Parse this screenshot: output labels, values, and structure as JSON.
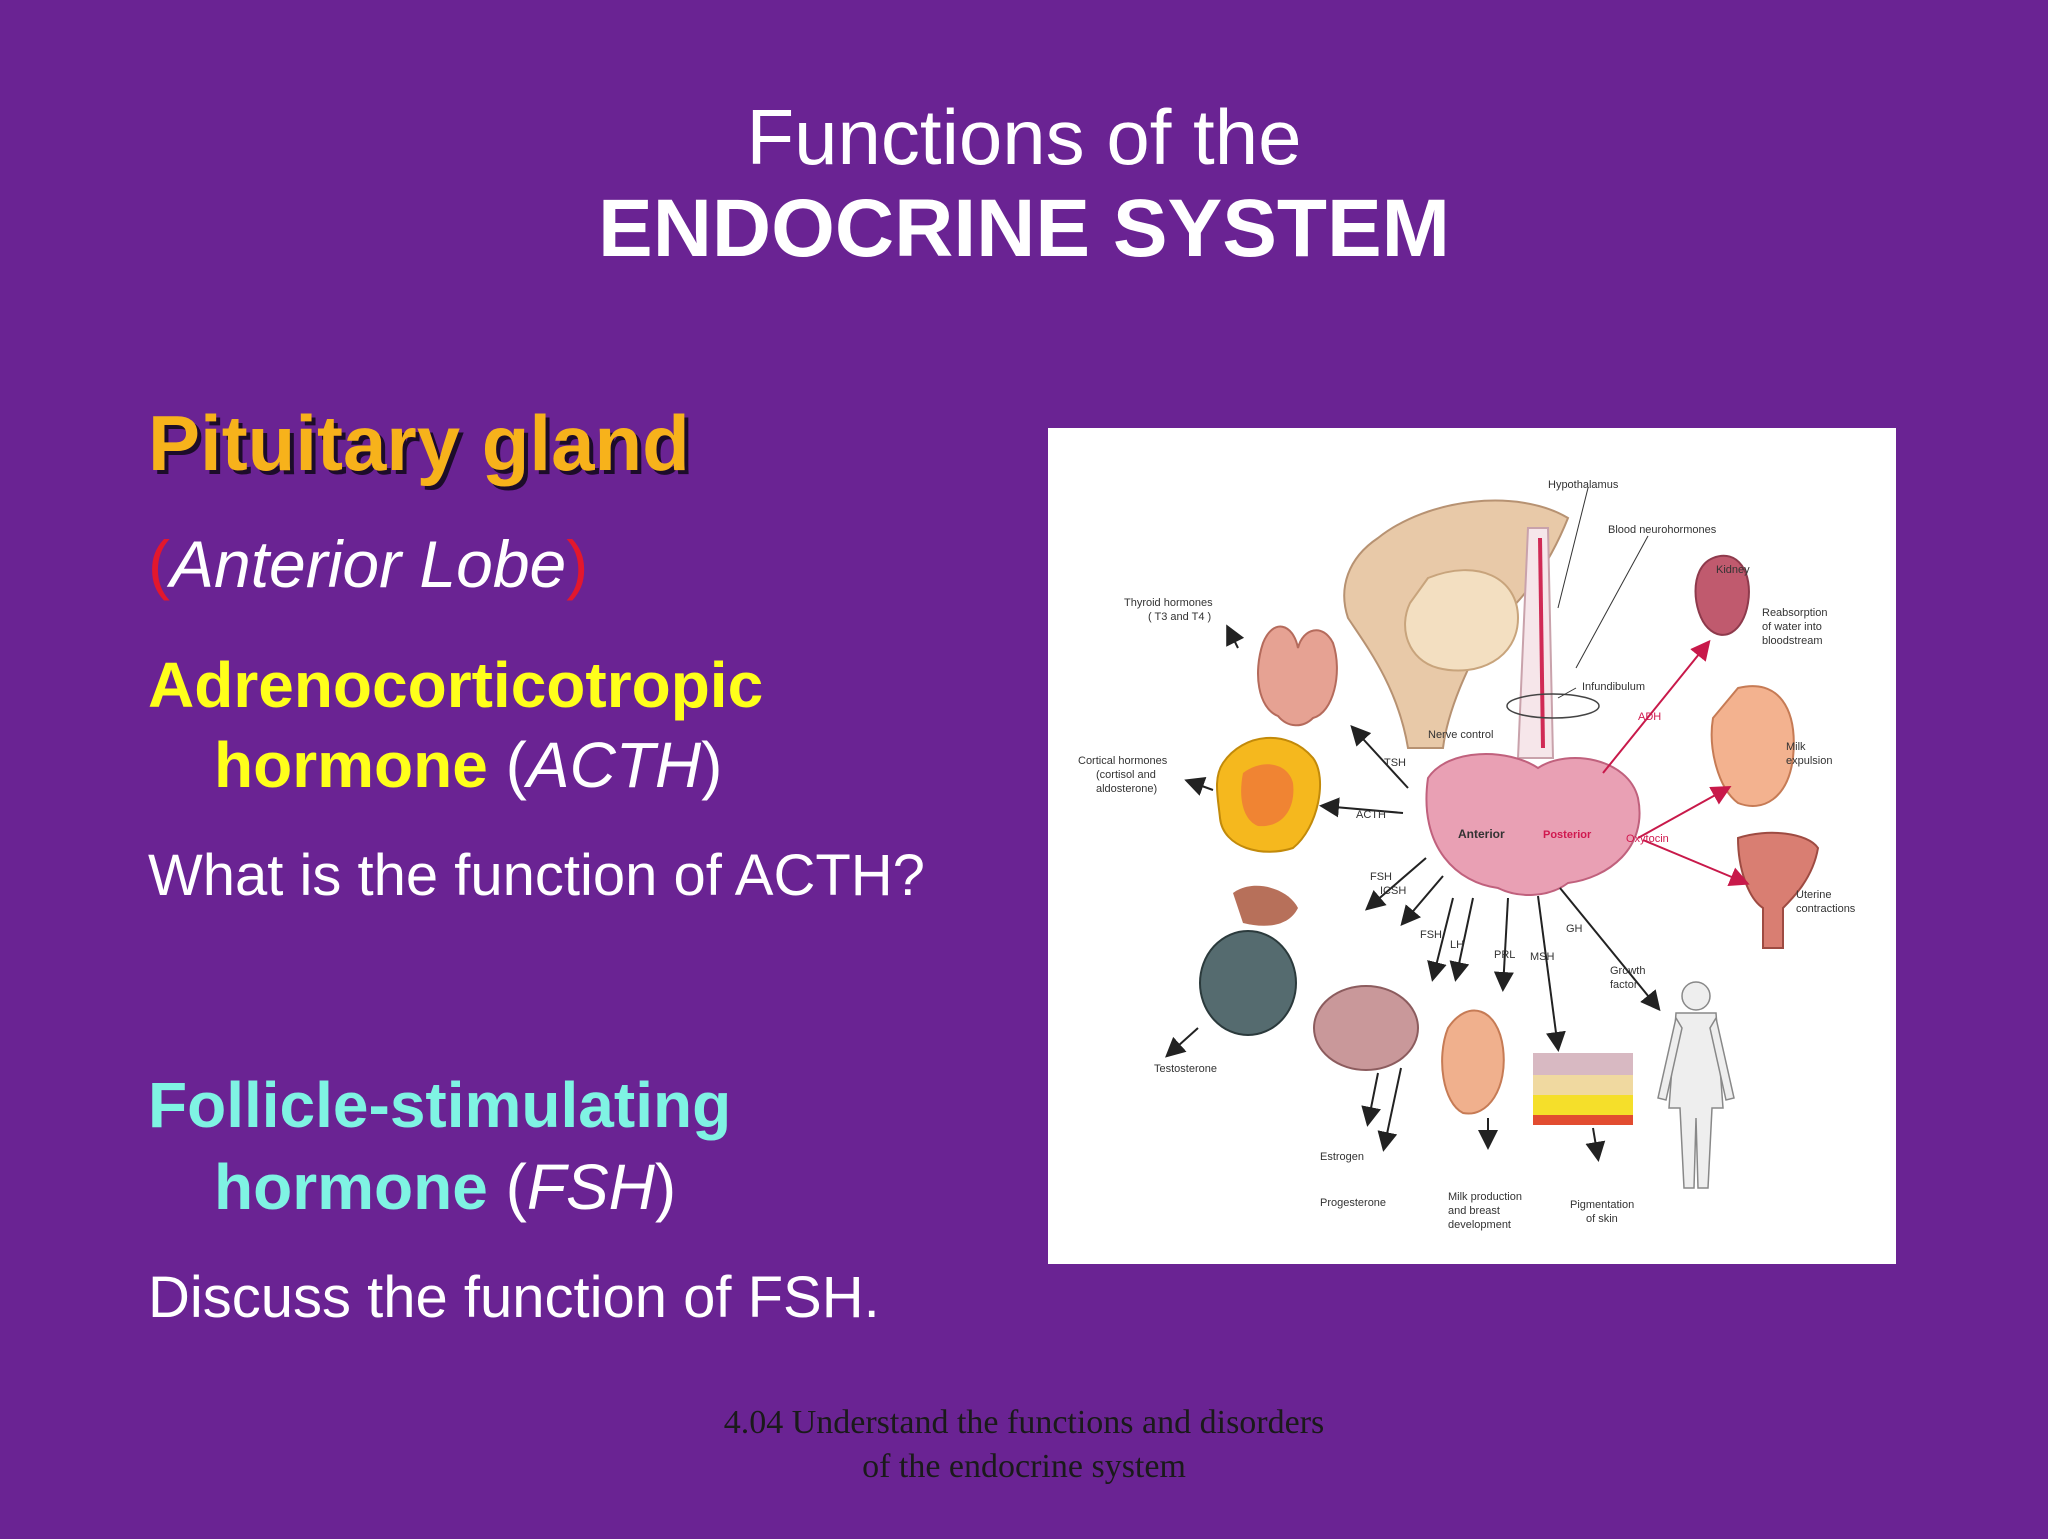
{
  "title": {
    "line1": "Functions of the",
    "line2": "ENDOCRINE SYSTEM"
  },
  "content": {
    "heading": "Pituitary gland",
    "lobe_open": "(",
    "lobe_text": "Anterior Lobe",
    "lobe_close": ")",
    "acth_line1": "Adrenocorticotropic",
    "acth_line2_bold": "hormone",
    "acth_open": " (",
    "acth_abbr": "ACTH",
    "acth_close": ")",
    "question1": "What is the function of ACTH?",
    "fsh_line1": "Follicle-stimulating",
    "fsh_line2_bold": "hormone",
    "fsh_open": " (",
    "fsh_abbr": "FSH",
    "fsh_close": ")",
    "question2": "Discuss the function of FSH."
  },
  "footer": {
    "line1": "4.04 Understand the functions and disorders",
    "line2": "of the endocrine system"
  },
  "figure": {
    "labels": {
      "hypothalamus": "Hypothalamus",
      "blood_neuro": "Blood neurohormones",
      "kidney": "Kidney",
      "reabs1": "Reabsorption",
      "reabs2": "of water into",
      "reabs3": "bloodstream",
      "thyroid1": "Thyroid hormones",
      "thyroid2": "( T3 and T4 )",
      "infundibulum": "Infundibulum",
      "adh": "ADH",
      "nerve": "Nerve control",
      "tsh": "TSH",
      "cortical1": "Cortical hormones",
      "cortical2": "(cortisol and",
      "cortical3": "aldosterone)",
      "acth": "ACTH",
      "anterior": "Anterior",
      "posterior": "Posterior",
      "oxytocin": "Oxytocin",
      "milk1": "Milk",
      "milk2": "expulsion",
      "uterine1": "Uterine",
      "uterine2": "contractions",
      "fsh_a": "FSH",
      "icsh": "ICSH",
      "fsh_b": "FSH",
      "lh": "LH",
      "prl": "PRL",
      "msh": "MSH",
      "gh": "GH",
      "growth1": "Growth",
      "growth2": "factor",
      "testosterone": "Testosterone",
      "estrogen": "Estrogen",
      "progesterone": "Progesterone",
      "milkprod1": "Milk production",
      "milkprod2": "and breast",
      "milkprod3": "development",
      "pigment1": "Pigmentation",
      "pigment2": "of skin"
    }
  }
}
